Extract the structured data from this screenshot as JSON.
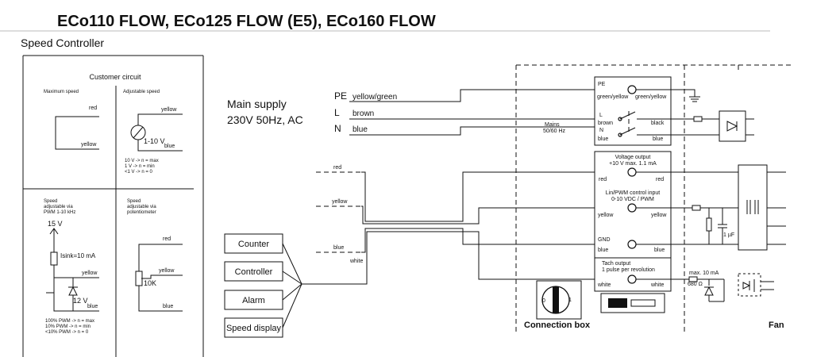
{
  "header": {
    "title": "ECo110 FLOW, ECo125 FLOW (E5), ECo160 FLOW",
    "subtitle": "Speed Controller"
  },
  "customer": {
    "title": "Customer circuit",
    "max_speed": "Maximum speed",
    "adj_speed": "Adjustable speed",
    "red": "red",
    "yellow": "yellow",
    "blue": "blue",
    "v_range": "1-10 V",
    "notes_voltage": [
      "10 V -> n = max",
      "1 V -> n = min",
      "<1 V -> n = 0"
    ],
    "pwm_title": "Speed adjustable via PWM 1-10 kHz",
    "pot_title": "Speed adjustable via potentiometer",
    "v15": "15 V",
    "isink": "Isink=10 mA",
    "v12": "12 V",
    "pot_value": "10K",
    "notes_pwm": [
      "100% PWM -> n = max",
      "10% PWM -> n = min",
      "<10% PWM -> n = 0"
    ]
  },
  "supply": {
    "title": "Main supply",
    "spec": "230V 50Hz, AC",
    "rows": [
      {
        "code": "PE",
        "color": "yellow/green"
      },
      {
        "code": "L",
        "color": "brown"
      },
      {
        "code": "N",
        "color": "blue"
      }
    ]
  },
  "inputs": {
    "wires": [
      "red",
      "yellow",
      "blue",
      "white"
    ],
    "devices": [
      "Counter",
      "Controller",
      "Alarm",
      "Speed display"
    ]
  },
  "connection_box": {
    "label": "Connection box",
    "pe": {
      "code": "PE",
      "left": "green/yellow",
      "right": "green/yellow"
    },
    "mains": {
      "line1": "Mains",
      "line2": "50/60 Hz",
      "l": "L",
      "brown": "brown",
      "n": "N",
      "black": "black",
      "blue_l": "blue",
      "blue_r": "blue"
    },
    "voltage_output": {
      "line1": "Voltage output",
      "line2": "+10 V max. 1.1 mA",
      "left": "red",
      "right": "red"
    },
    "control_input": {
      "line1": "Lin/PWM control input",
      "line2": "0-10 VDC / PWM",
      "left": "yellow",
      "right": "yellow"
    },
    "gnd": {
      "code": "GND",
      "left": "blue",
      "right": "blue"
    },
    "tach": {
      "line1": "Tach output",
      "line2": "1 pulse per revolution",
      "left": "white",
      "right": "white"
    },
    "switch_labels": {
      "zero": "0",
      "one": "1"
    }
  },
  "fan": {
    "label": "Fan",
    "cap": "1 µF",
    "tach_max": "max. 10 mA",
    "resistor": "680 Ω"
  }
}
